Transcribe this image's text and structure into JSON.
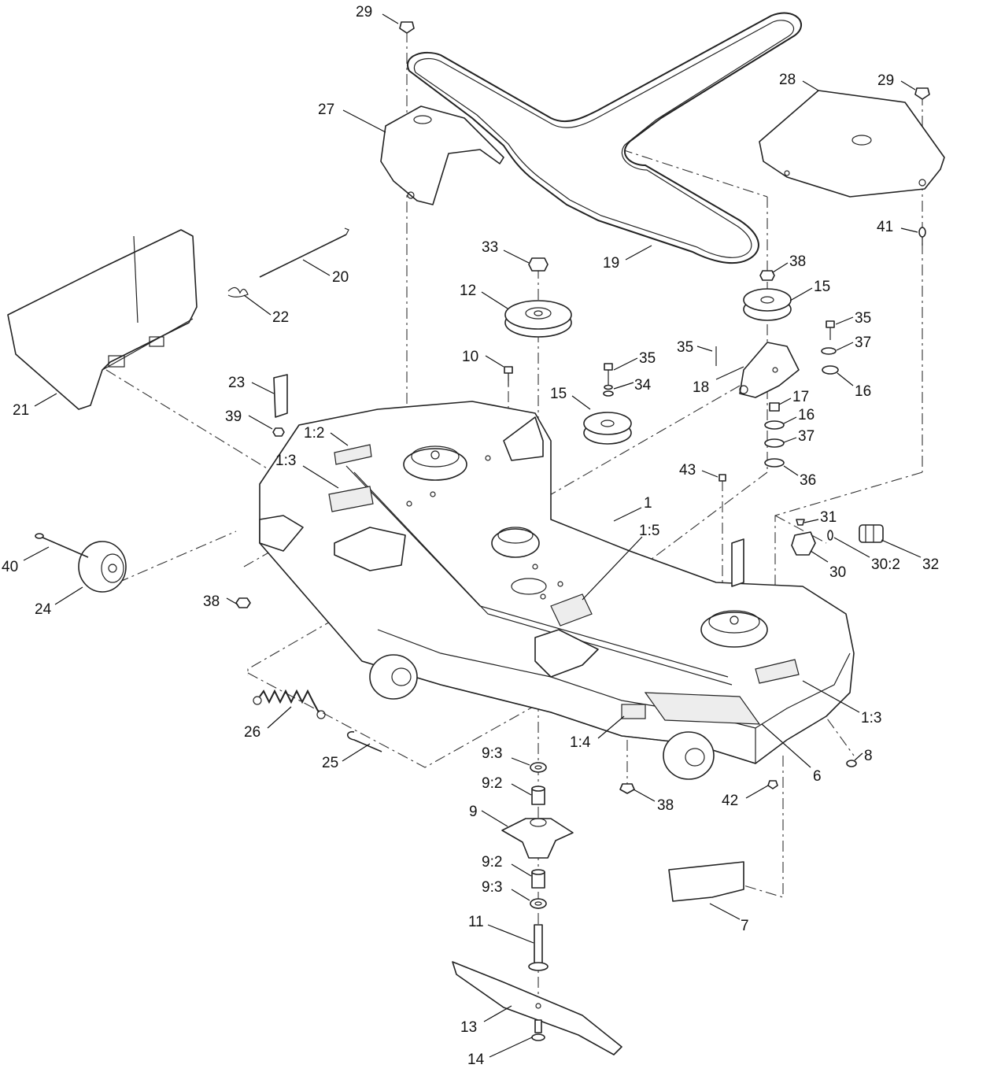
{
  "callouts": [
    {
      "text": "29"
    },
    {
      "text": "27"
    },
    {
      "text": "28"
    },
    {
      "text": "29"
    },
    {
      "text": "41"
    },
    {
      "text": "33"
    },
    {
      "text": "12"
    },
    {
      "text": "19"
    },
    {
      "text": "38"
    },
    {
      "text": "15"
    },
    {
      "text": "20"
    },
    {
      "text": "22"
    },
    {
      "text": "21"
    },
    {
      "text": "35"
    },
    {
      "text": "37"
    },
    {
      "text": "16"
    },
    {
      "text": "35"
    },
    {
      "text": "18"
    },
    {
      "text": "10"
    },
    {
      "text": "35"
    },
    {
      "text": "34"
    },
    {
      "text": "15"
    },
    {
      "text": "23"
    },
    {
      "text": "39"
    },
    {
      "text": "1:2"
    },
    {
      "text": "17"
    },
    {
      "text": "16"
    },
    {
      "text": "37"
    },
    {
      "text": "36"
    },
    {
      "text": "1:3"
    },
    {
      "text": "43"
    },
    {
      "text": "1"
    },
    {
      "text": "1:5"
    },
    {
      "text": "31"
    },
    {
      "text": "40"
    },
    {
      "text": "30"
    },
    {
      "text": "30:2"
    },
    {
      "text": "32"
    },
    {
      "text": "24"
    },
    {
      "text": "38"
    },
    {
      "text": "1:3"
    },
    {
      "text": "26"
    },
    {
      "text": "8"
    },
    {
      "text": "1:4"
    },
    {
      "text": "6"
    },
    {
      "text": "9:3"
    },
    {
      "text": "25"
    },
    {
      "text": "9:2"
    },
    {
      "text": "38"
    },
    {
      "text": "42"
    },
    {
      "text": "9"
    },
    {
      "text": "9:2"
    },
    {
      "text": "9:3"
    },
    {
      "text": "7"
    },
    {
      "text": "11"
    },
    {
      "text": "13"
    },
    {
      "text": "14"
    }
  ]
}
